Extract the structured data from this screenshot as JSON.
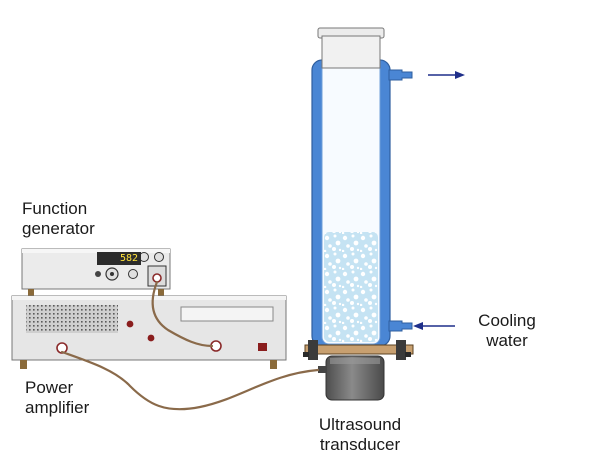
{
  "labels": {
    "function_generator_line1": "Function",
    "function_generator_line2": "generator",
    "power_amplifier_line1": "Power",
    "power_amplifier_line2": "amplifier",
    "cooling_water_line1": "Cooling",
    "cooling_water_line2": "water",
    "transducer_line1": "Ultrasound",
    "transducer_line2": "transducer"
  },
  "function_generator": {
    "display_value": "582"
  },
  "colors": {
    "cooling_jacket": "#4a86d4",
    "liquid_bubbles": "#bfe0f2",
    "instrument_panel": "#e9e9e9",
    "cable": "#8a6a4a",
    "transducer": "#6b6b6b",
    "arrow": "#1f2f8a"
  }
}
